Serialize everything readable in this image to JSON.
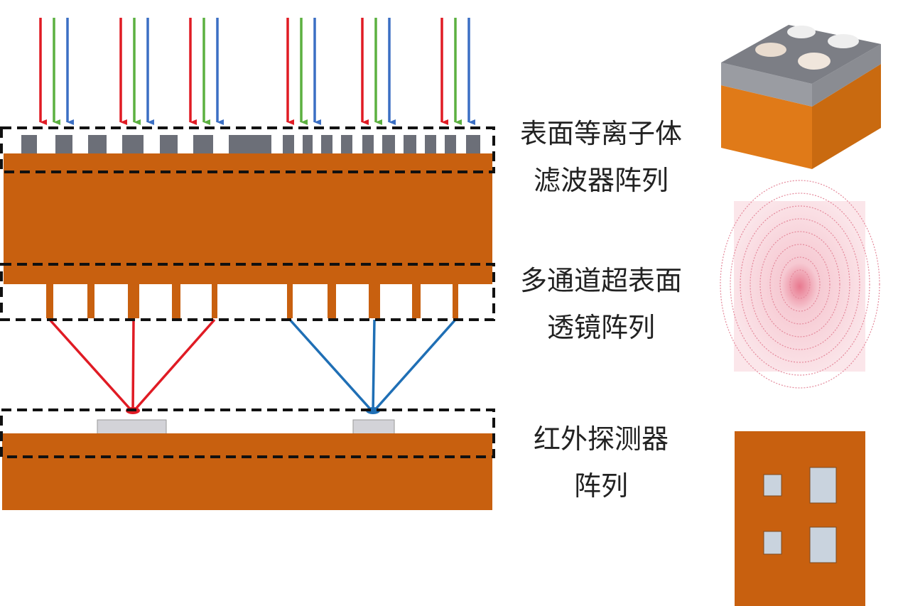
{
  "labels": {
    "filter": [
      "表面等离子体",
      "滤波器阵列"
    ],
    "metalens": [
      "多通道超表面",
      "透镜阵列"
    ],
    "detector": [
      "红外探测器",
      "阵列"
    ]
  },
  "colors": {
    "substrate": "#c8600f",
    "filter_metal": "#6c6f78",
    "detector_pad": "#d3d3d8",
    "red": "#e01b24",
    "green": "#5cb040",
    "blue": "#3b6fc4",
    "ray_blue": "#1f6fb5"
  }
}
